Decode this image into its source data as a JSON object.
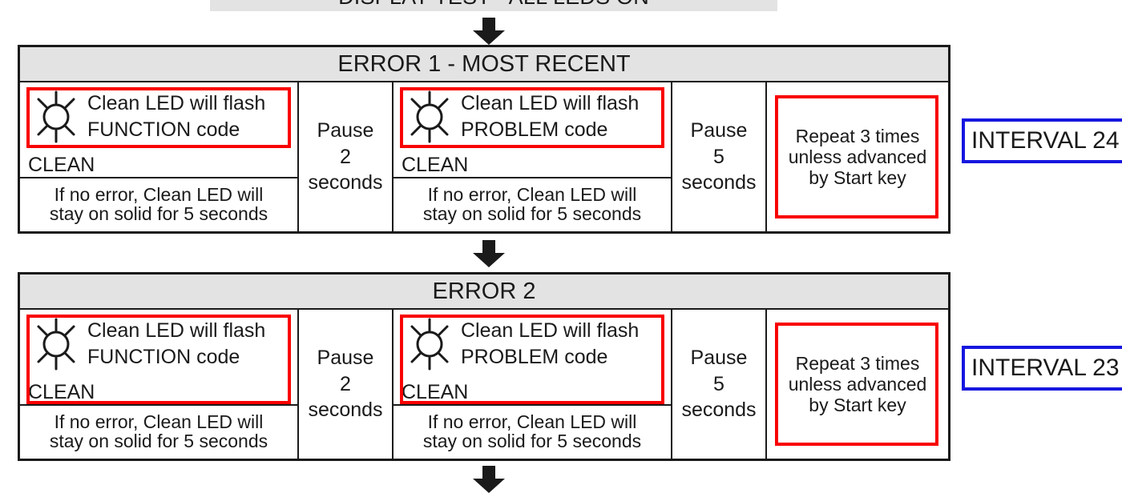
{
  "top_banner": {
    "text": "DISPLAY TEST - ALL LEDS ON"
  },
  "icons": {
    "arrow": "down-arrow-icon",
    "led": "sun-led-icon"
  },
  "colors": {
    "highlight_red": "#f90000",
    "badge_blue": "#1717E0",
    "header_gray": "#E3E3E3",
    "line_black": "#1A1A1A"
  },
  "blocks": [
    {
      "header": "ERROR 1 - MOST RECENT",
      "function_cell": {
        "led_text": "Clean LED will flash\nFUNCTION code",
        "led_name": "CLEAN",
        "note": "If no error, Clean LED will\nstay on solid for 5 seconds",
        "highlight": "short"
      },
      "pause_1": "Pause\n2\nseconds",
      "problem_cell": {
        "led_text": "Clean LED will flash\nPROBLEM code",
        "led_name": "CLEAN",
        "note": "If no error, Clean LED will\nstay on solid for 5 seconds",
        "highlight": "short"
      },
      "pause_2": "Pause\n5\nseconds",
      "repeat": "Repeat 3 times\nunless advanced\nby Start key",
      "interval": "INTERVAL 24"
    },
    {
      "header": "ERROR 2",
      "function_cell": {
        "led_text": "Clean LED will flash\nFUNCTION code",
        "led_name": "CLEAN",
        "note": "If no error, Clean LED will\nstay on solid for 5 seconds",
        "highlight": "tall"
      },
      "pause_1": "Pause\n2\nseconds",
      "problem_cell": {
        "led_text": "Clean LED will flash\nPROBLEM code",
        "led_name": "CLEAN",
        "note": "If no error, Clean LED will\nstay on solid for 5 seconds",
        "highlight": "tall"
      },
      "pause_2": "Pause\n5\nseconds",
      "repeat": "Repeat 3 times\nunless advanced\nby Start key",
      "interval": "INTERVAL 23"
    }
  ]
}
